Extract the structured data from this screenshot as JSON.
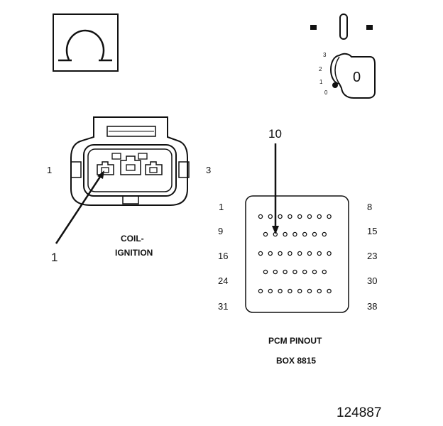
{
  "ohm_symbol": "Ω",
  "ignition_key": {
    "positions": [
      "3",
      "2",
      "1",
      "0"
    ],
    "key_label": "0"
  },
  "coil_connector": {
    "left_pin_label": "1",
    "right_pin_label": "3",
    "callout_label": "1",
    "name_line1": "COIL-",
    "name_line2": "IGNITION"
  },
  "pcm_connector": {
    "callout_label": "10",
    "left_pin_labels": [
      "1",
      "9",
      "16",
      "24",
      "31"
    ],
    "right_pin_labels": [
      "8",
      "15",
      "23",
      "30",
      "38"
    ],
    "title_line1": "PCM PINOUT",
    "title_line2": "BOX 8815"
  },
  "figure_number": "124887"
}
